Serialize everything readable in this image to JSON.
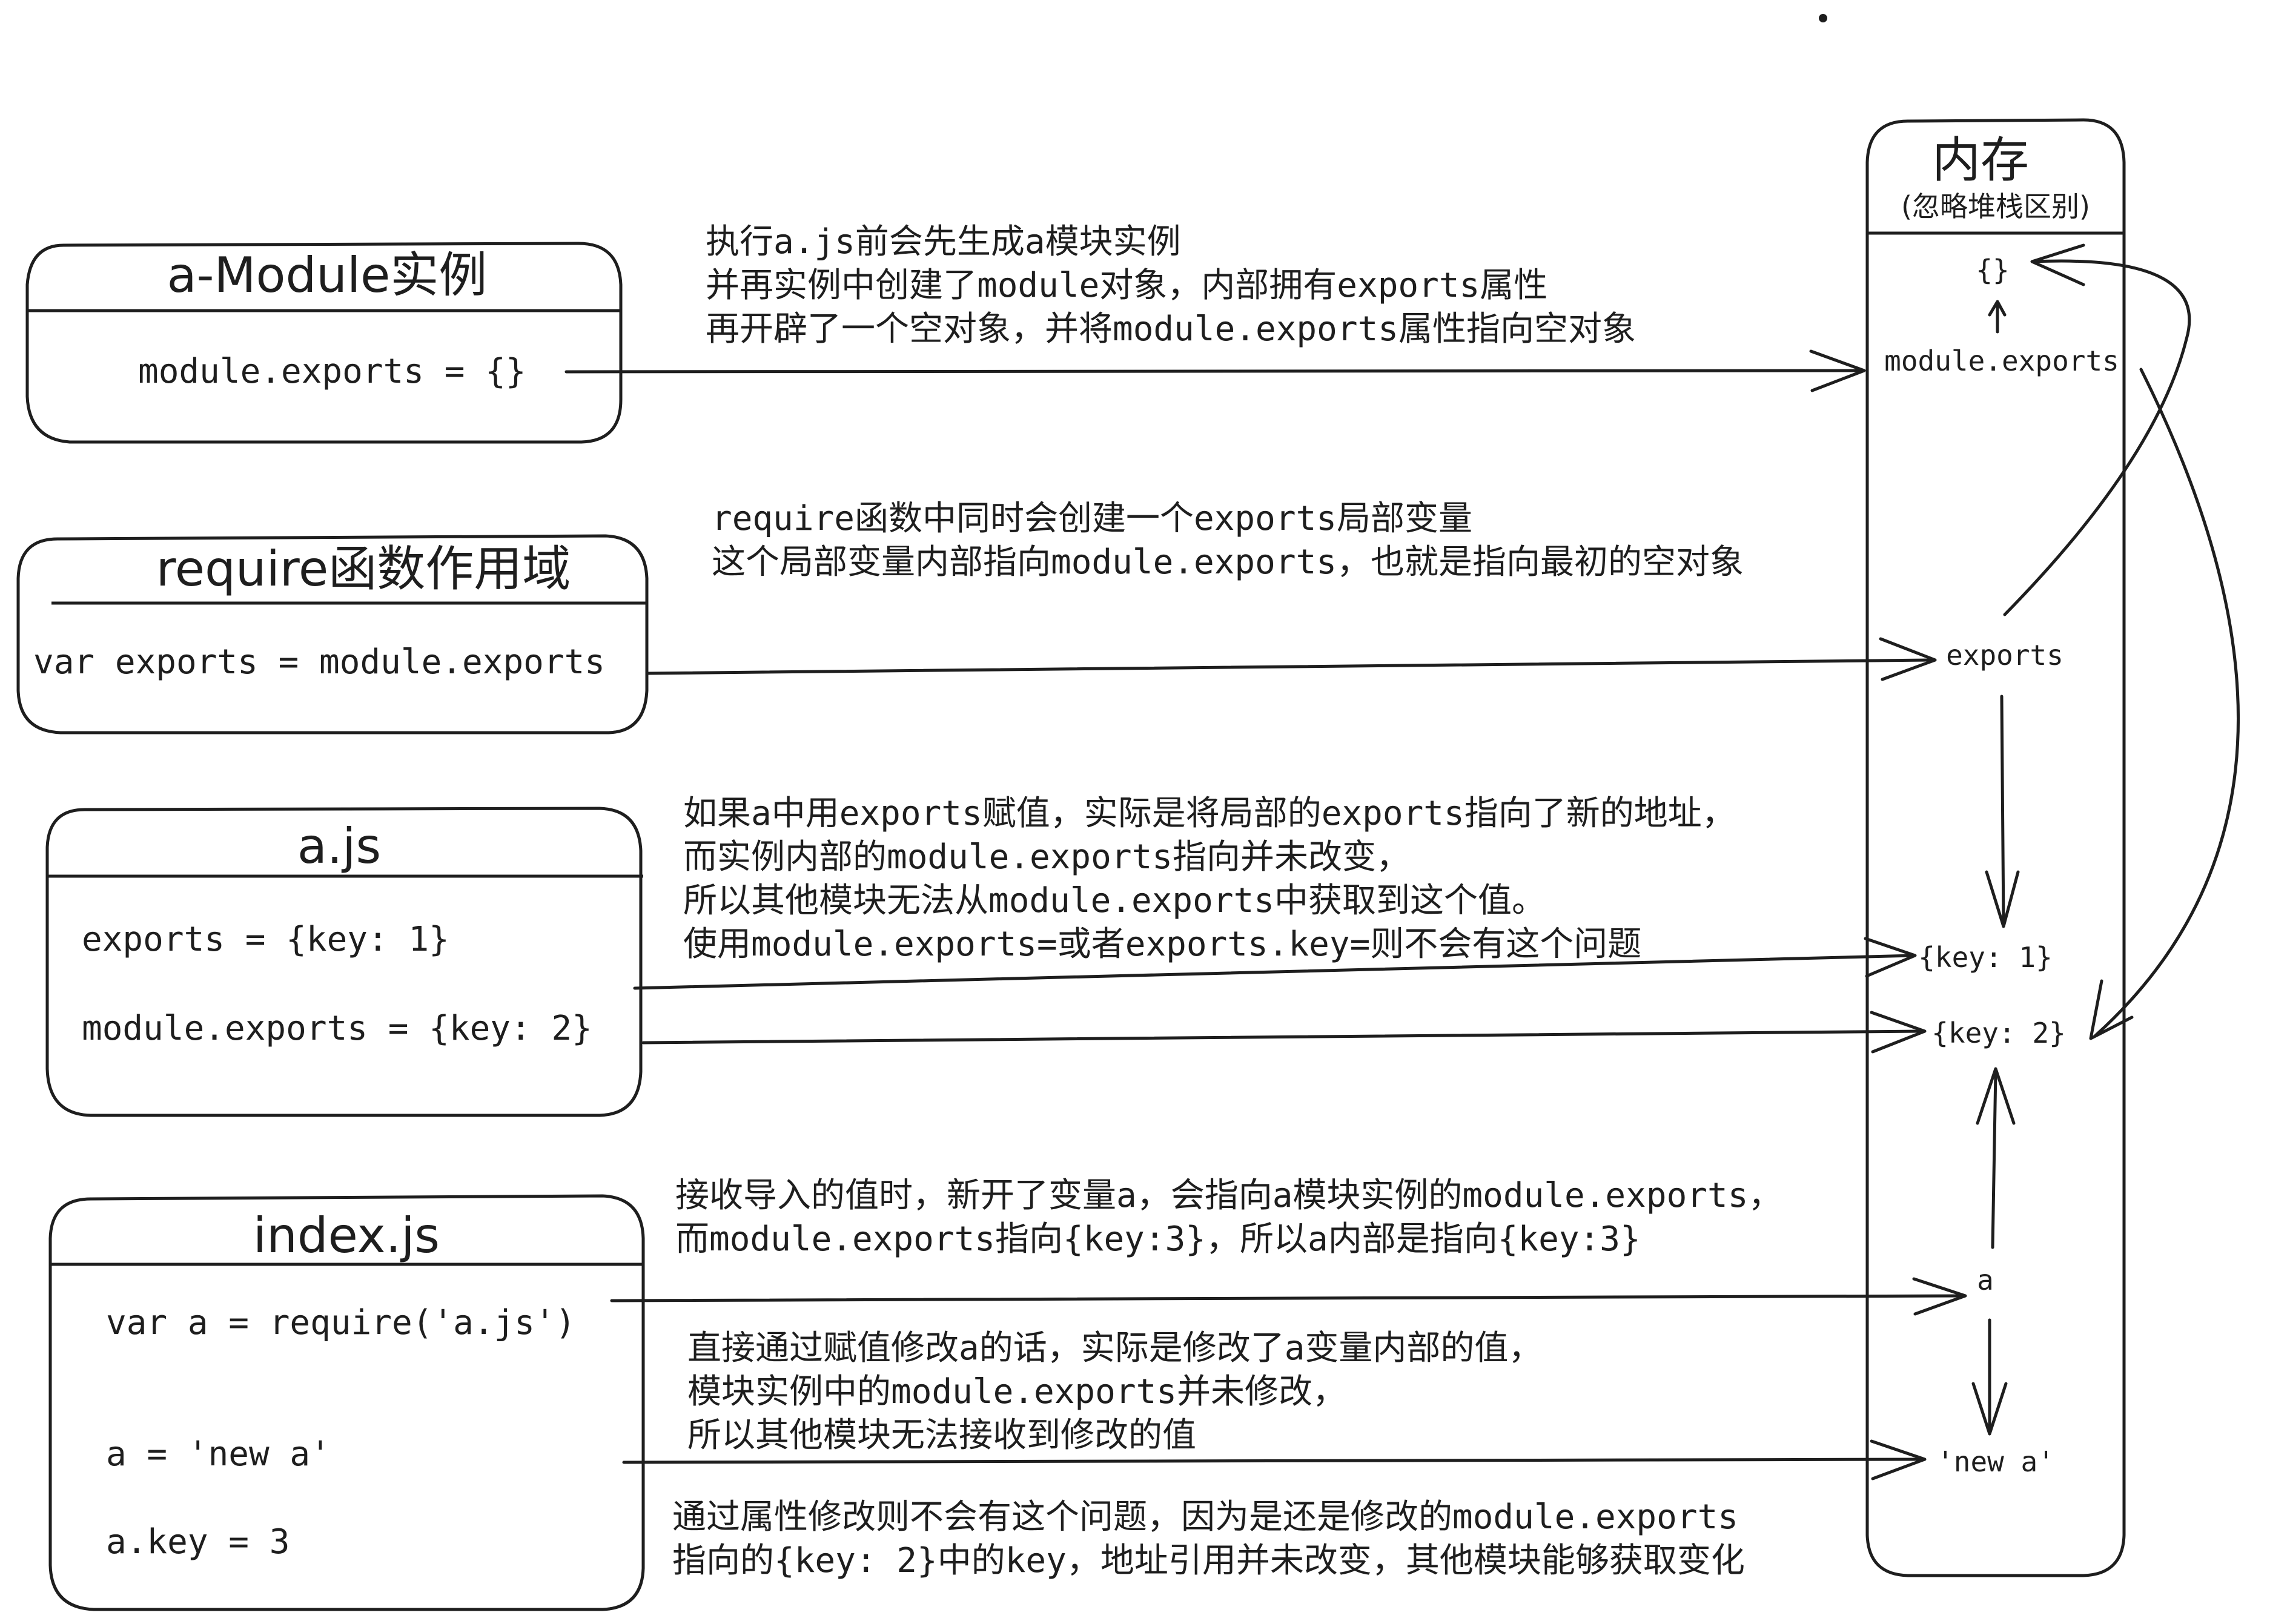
{
  "boxes": {
    "module_instance": {
      "title": "a-Module实例",
      "lines": [
        "module.exports = {}"
      ]
    },
    "require_scope": {
      "title": "require函数作用域",
      "lines": [
        "var exports = module.exports"
      ]
    },
    "a_js": {
      "title": "a.js",
      "lines": [
        "exports = {key: 1}",
        "module.exports = {key: 2}"
      ]
    },
    "index_js": {
      "title": "index.js",
      "lines": [
        "var a = require('a.js')",
        "a = 'new a'",
        "a.key = 3"
      ]
    },
    "memory": {
      "title": "内存",
      "subtitle": "(忽略堆栈区别)",
      "items": [
        "{}",
        "module.exports",
        "exports",
        "{key: 1}",
        "{key: 2}",
        "a",
        "'new a'"
      ]
    }
  },
  "annotations": {
    "step1": [
      "执行a.js前会先生成a模块实例",
      "并再实例中创建了module对象，内部拥有exports属性",
      "再开辟了一个空对象，并将module.exports属性指向空对象"
    ],
    "step2": [
      "require函数中同时会创建一个exports局部变量",
      "这个局部变量内部指向module.exports，也就是指向最初的空对象"
    ],
    "step3": [
      "如果a中用exports赋值，实际是将局部的exports指向了新的地址，",
      "而实例内部的module.exports指向并未改变，",
      "所以其他模块无法从module.exports中获取到这个值。",
      "使用module.exports=或者exports.key=则不会有这个问题"
    ],
    "step4": [
      "接收导入的值时，新开了变量a，会指向a模块实例的module.exports，",
      "而module.exports指向{key:3}，所以a内部是指向{key:3}"
    ],
    "step5": [
      "直接通过赋值修改a的话，实际是修改了a变量内部的值，",
      "模块实例中的module.exports并未修改，",
      "所以其他模块无法接收到修改的值"
    ],
    "step6": [
      "通过属性修改则不会有这个问题，因为是还是修改的module.exports",
      "指向的{key: 2}中的key，地址引用并未改变，其他模块能够获取变化"
    ]
  }
}
